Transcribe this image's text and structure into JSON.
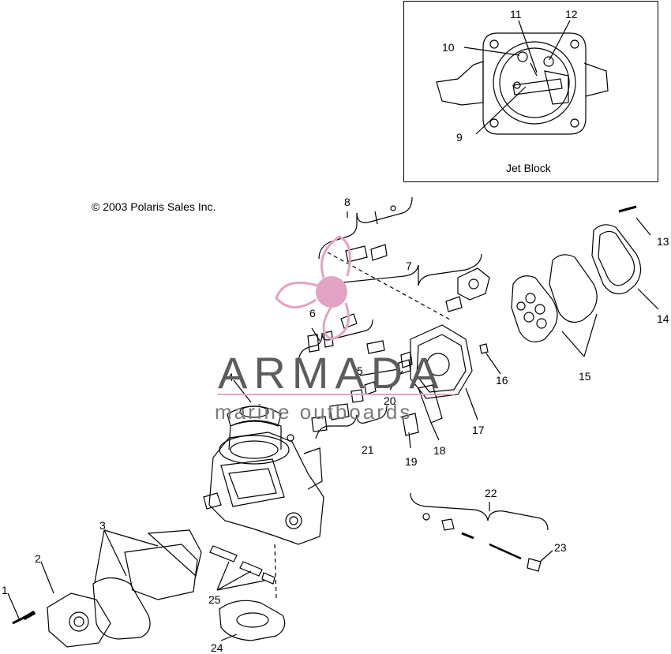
{
  "copyright": "© 2003 Polaris Sales Inc.",
  "inset": {
    "caption": "Jet Block",
    "labels": [
      "9",
      "10",
      "11",
      "12"
    ]
  },
  "callouts": [
    "1",
    "2",
    "3",
    "4",
    "5",
    "6",
    "7",
    "8",
    "13",
    "14",
    "15",
    "16",
    "17",
    "18",
    "19",
    "20",
    "21",
    "22",
    "23",
    "24",
    "25"
  ],
  "watermark": {
    "brand": "ARMADA",
    "tagline": "marine outboards",
    "accent": "#e3a3c4",
    "text_color": "#5d5d5d"
  }
}
